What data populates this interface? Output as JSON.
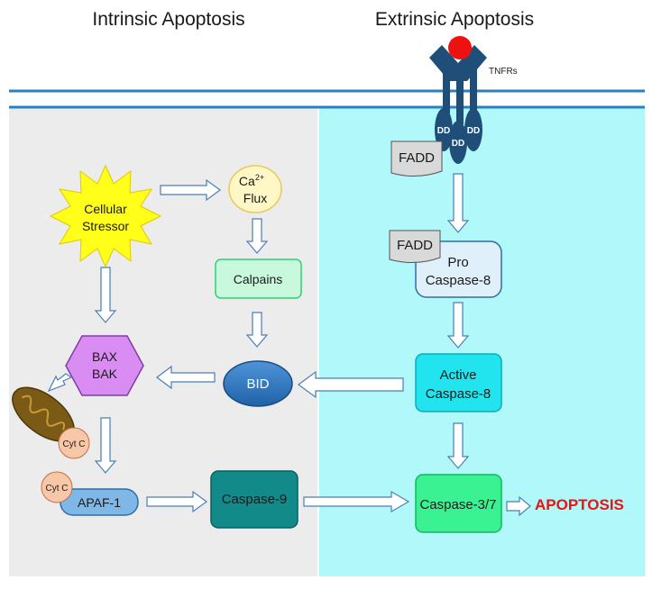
{
  "headers": {
    "intrinsic": "Intrinsic Apoptosis",
    "extrinsic": "Extrinsic Apoptosis"
  },
  "receptor": {
    "label": "TNFRs",
    "dd": "DD"
  },
  "nodes": {
    "fadd_top": "FADD",
    "fadd_pro": "FADD",
    "pro_caspase8": [
      "Pro",
      "Caspase-8"
    ],
    "active_caspase8": [
      "Active",
      "Caspase-8"
    ],
    "caspase37": "Caspase-3/7",
    "apoptosis": "APOPTOSIS",
    "cellular_stressor": [
      "Cellular",
      "Stressor"
    ],
    "ca_flux": {
      "base": "Ca",
      "sup": "2+",
      "line2": "Flux"
    },
    "calpains": "Calpains",
    "bax_bak": [
      "BAX",
      "BAK"
    ],
    "bid": "BID",
    "cytc_mito": "Cyt C",
    "cytc_apaf": "Cyt C",
    "apaf1": "APAF-1",
    "caspase9": "Caspase-9"
  },
  "colors": {
    "intrinsic_bg": "#ececec",
    "extrinsic_bg": "#b0f8fa",
    "membrane": "#2a7fc1",
    "receptor": "#1f4f78",
    "ligand": "#ee1111",
    "arrow_stroke": "#4a7fb5",
    "apoptosis_text": "#ee1111"
  }
}
